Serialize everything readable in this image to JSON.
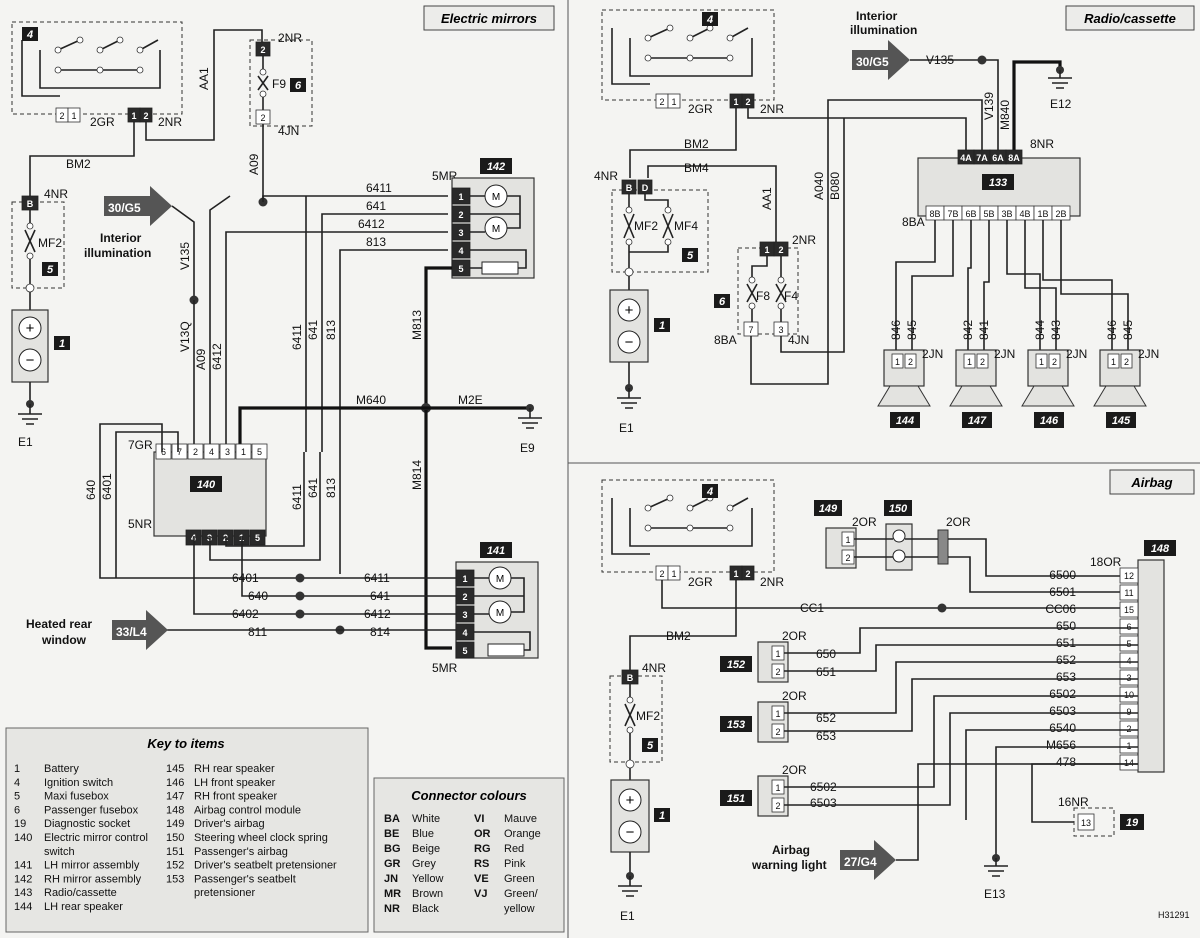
{
  "panels": {
    "mirrors": "Electric mirrors",
    "radio": "Radio/cassette",
    "airbag": "Airbag"
  },
  "refs": {
    "interior_left": "30/G5",
    "interior_right": "30/G5",
    "heated": "33/L4",
    "airbag_light": "27/G4"
  },
  "captions": {
    "interior_left_1": "Interior",
    "interior_left_2": "illumination",
    "interior_right_1": "Interior",
    "interior_right_2": "illumination",
    "heated_1": "Heated rear",
    "heated_2": "window",
    "airbag_light_1": "Airbag",
    "airbag_light_2": "warning light"
  },
  "wires_mirrors": {
    "aa1": "AA1",
    "bm2": "BM2",
    "a09_top": "A09",
    "v135": "V135",
    "v13q": "V13Q",
    "a09": "A09",
    "w6412": "6412",
    "w6411": "6411",
    "w641": "641",
    "w813": "813",
    "m813": "M813",
    "m640": "M640",
    "m2e": "M2E",
    "m814": "M814",
    "w640": "640",
    "w6401": "6401",
    "w6411b": "6411",
    "w641b": "641",
    "w813b": "813",
    "h6411": "6411",
    "h641": "641",
    "h6412": "6412",
    "h813": "813",
    "l6401": "6401",
    "l640": "640",
    "l6402": "6402",
    "l811": "811",
    "r6411": "6411",
    "r641": "641",
    "r6412": "6412",
    "r814": "814"
  },
  "connectors_mirrors": {
    "c2nr_top": "2NR",
    "c4jn": "4JN",
    "c2gr": "2GR",
    "c2nr": "2NR",
    "c4nr": "4NR",
    "c5mr_top": "5MR",
    "c7gr": "7GR",
    "c5nr": "5NR",
    "c5mr_bot": "5MR"
  },
  "fuses": {
    "f9": "F9",
    "mf2_l": "MF2",
    "mf2_r": "MF2",
    "mf4": "MF4",
    "f8": "F8",
    "f4": "F4",
    "mf2_a": "MF2"
  },
  "grounds": {
    "e1_l": "E1",
    "e9": "E9",
    "e1_r": "E1",
    "e12": "E12",
    "e1_a": "E1",
    "e13": "E13"
  },
  "pins_140_top": [
    "6",
    "7",
    "2",
    "4",
    "3",
    "1",
    "5"
  ],
  "pins_140_bot": [
    "4",
    "3",
    "2",
    "1",
    "5"
  ],
  "pins_133_top": [
    "4A",
    "7A",
    "6A",
    "8A"
  ],
  "pins_133_bot": [
    "8B",
    "7B",
    "6B",
    "5B",
    "3B",
    "4B",
    "1B",
    "2B"
  ],
  "wires_radio": {
    "bm2": "BM2",
    "bm4": "BM4",
    "aa1": "AA1",
    "a040": "A040",
    "b080": "B080",
    "v135": "V135",
    "v139": "V139",
    "m840": "M840",
    "c8nr": "8NR",
    "c8ba": "8BA",
    "c4nr": "4NR",
    "c2nr_f": "2NR",
    "c8ba_f": "8BA",
    "c4jn": "4JN",
    "c2gr": "2GR",
    "c2nr": "2NR"
  },
  "speakers": [
    {
      "id": "144",
      "a": "846",
      "b": "845"
    },
    {
      "id": "147",
      "a": "842",
      "b": "841"
    },
    {
      "id": "146",
      "a": "844",
      "b": "843"
    },
    {
      "id": "145",
      "a": "846",
      "b": "845"
    }
  ],
  "speaker_conn": "2JN",
  "airbag_pins": [
    "12",
    "11",
    "15",
    "6",
    "5",
    "4",
    "3",
    "10",
    "9",
    "2",
    "1",
    "14"
  ],
  "airbag_wires": [
    "6500",
    "6501",
    "CC06",
    "650",
    "651",
    "652",
    "653",
    "6502",
    "6503",
    "6540",
    "M656",
    "478"
  ],
  "airbag_misc": {
    "cc1": "CC1",
    "c18or": "18OR",
    "c2or_a": "2OR",
    "c2or_b": "2OR",
    "c2or_152": "2OR",
    "c2or_153": "2OR",
    "c2or_151": "2OR",
    "c16nr": "16NR",
    "bm2": "BM2",
    "c4nr": "4NR",
    "c2gr": "2GR",
    "c2nr": "2NR",
    "w650": "650",
    "w651": "651",
    "w652": "652",
    "w653": "653",
    "w6502": "6502",
    "w6503": "6503",
    "pin13": "13"
  },
  "items": {
    "i1": "1",
    "i4": "4",
    "i5": "5",
    "i6": "6",
    "i19": "19",
    "i133": "133",
    "i140": "140",
    "i141": "141",
    "i142": "142",
    "i144": "144",
    "i145": "145",
    "i146": "146",
    "i147": "147",
    "i148": "148",
    "i149": "149",
    "i150": "150",
    "i151": "151",
    "i152": "152",
    "i153": "153"
  },
  "key": {
    "title": "Key to items",
    "left": [
      [
        "1",
        "Battery"
      ],
      [
        "4",
        "Ignition switch"
      ],
      [
        "5",
        "Maxi fusebox"
      ],
      [
        "6",
        "Passenger fusebox"
      ],
      [
        "19",
        "Diagnostic socket"
      ],
      [
        "140",
        "Electric mirror control"
      ],
      [
        "",
        "switch"
      ],
      [
        "141",
        "LH mirror assembly"
      ],
      [
        "142",
        "RH mirror assembly"
      ],
      [
        "143",
        "Radio/cassette"
      ],
      [
        "144",
        "LH rear speaker"
      ]
    ],
    "right": [
      [
        "145",
        "RH rear speaker"
      ],
      [
        "146",
        "LH front speaker"
      ],
      [
        "147",
        "RH front speaker"
      ],
      [
        "148",
        "Airbag control module"
      ],
      [
        "149",
        "Driver's airbag"
      ],
      [
        "150",
        "Steering wheel clock spring"
      ],
      [
        "151",
        "Passenger's airbag"
      ],
      [
        "152",
        "Driver's seatbelt pretensioner"
      ],
      [
        "153",
        "Passenger's seatbelt"
      ],
      [
        "",
        "pretensioner"
      ]
    ]
  },
  "colours": {
    "title": "Connector colours",
    "rows": [
      [
        "BA",
        "White",
        "VI",
        "Mauve"
      ],
      [
        "BE",
        "Blue",
        "OR",
        "Orange"
      ],
      [
        "BG",
        "Beige",
        "RG",
        "Red"
      ],
      [
        "GR",
        "Grey",
        "RS",
        "Pink"
      ],
      [
        "JN",
        "Yellow",
        "VE",
        "Green"
      ],
      [
        "MR",
        "Brown",
        "VJ",
        "Green/"
      ],
      [
        "NR",
        "Black",
        "",
        "yellow"
      ]
    ]
  },
  "footer": {
    "code": "H31291"
  }
}
